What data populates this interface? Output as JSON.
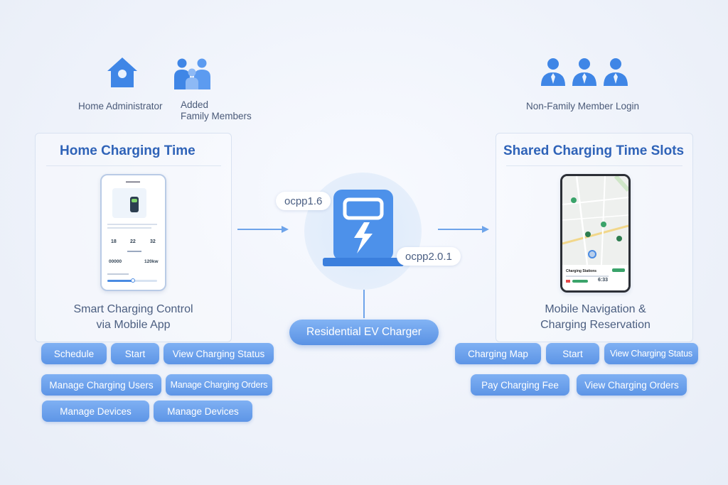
{
  "colors": {
    "accent": "#5d95e6",
    "title": "#2f63b8",
    "icon": "#3f86e6"
  },
  "roles": {
    "home_admin": "Home Administrator",
    "family_line1": "Added",
    "family_line2": "Family Members",
    "non_family": "Non-Family Member Login"
  },
  "left_panel": {
    "title": "Home Charging Time",
    "caption_line1": "Smart Charging Control",
    "caption_line2": "via Mobile App",
    "buttons": [
      "Schedule",
      "Start",
      "View Charging Status",
      "Manage Charging Users",
      "Manage Charging Orders",
      "Manage Devices",
      "Manage Devices"
    ]
  },
  "right_panel": {
    "title": "Shared Charging Time Slots",
    "caption_line1": "Mobile Navigation &",
    "caption_line2": "Charging Reservation",
    "buttons": [
      "Charging Map",
      "Start",
      "View Charging Status",
      "Pay Charging Fee",
      "View Charging Orders"
    ]
  },
  "center": {
    "protocol_a": "ocpp1.6",
    "protocol_b": "ocpp2.0.1",
    "charger_label": "Residential EV Charger"
  },
  "left_phone": {
    "nums": [
      "18",
      "22",
      "32"
    ],
    "big": "00000",
    "side": "120kw"
  },
  "right_phone": {
    "sheet_title": "Charging Stations",
    "time": "6:33"
  },
  "icons": [
    "home-icon",
    "family-icon",
    "person-icon",
    "arrow-right-icon",
    "charger-icon",
    "lightning-icon"
  ]
}
